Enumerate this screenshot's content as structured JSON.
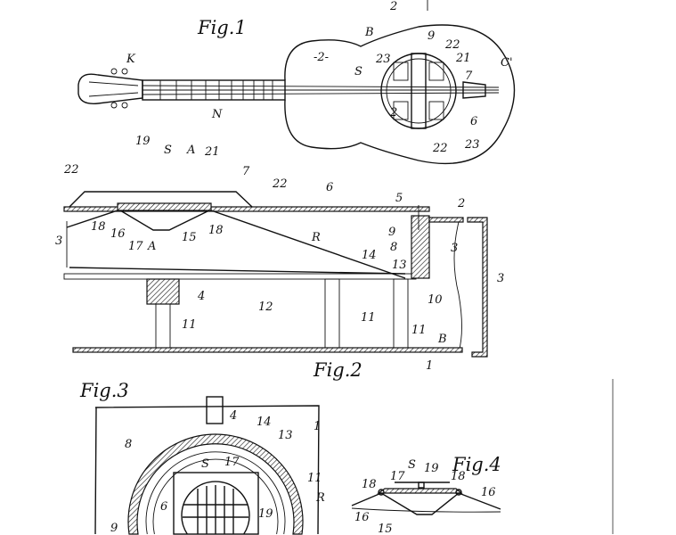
{
  "fig1": {
    "title": "Fig.1",
    "labels": [
      "K",
      "N",
      "2",
      "B",
      "-2-",
      "S",
      "23",
      "9",
      "22",
      "21",
      "7",
      "C'",
      "2",
      "6",
      "22",
      "23"
    ]
  },
  "fig2": {
    "title": "Fig.2",
    "labels": [
      "19",
      "S",
      "A",
      "21",
      "22",
      "7",
      "22",
      "6",
      "5",
      "2",
      "3",
      "18",
      "16",
      "17",
      "A",
      "15",
      "18",
      "R",
      "9",
      "8",
      "3",
      "14",
      "13",
      "12",
      "4",
      "11",
      "11",
      "11",
      "10",
      "3",
      "B",
      "1"
    ]
  },
  "fig3": {
    "title": "Fig.3",
    "labels": [
      "4",
      "14",
      "13",
      "1",
      "8",
      "11",
      "S",
      "17",
      "6",
      "19",
      "9"
    ]
  },
  "fig4": {
    "title": "Fig.4",
    "labels": [
      "S",
      "19",
      "17",
      "18",
      "18",
      "R",
      "16",
      "16",
      "15"
    ]
  }
}
